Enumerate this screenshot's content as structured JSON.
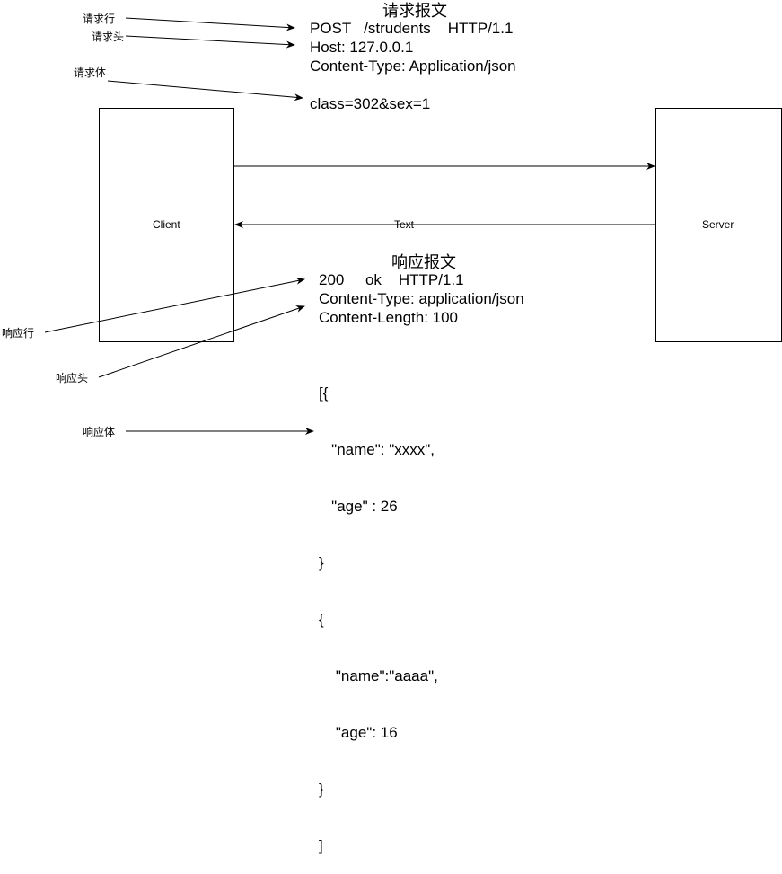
{
  "request": {
    "title": "请求报文",
    "line": "POST   /strudents    HTTP/1.1",
    "host": "Host: 127.0.0.1",
    "content_type": "Content-Type: Application/json",
    "body": "class=302&sex=1"
  },
  "request_labels": {
    "line": "请求行",
    "header": "请求头",
    "body": "请求体"
  },
  "client": {
    "label": "Client"
  },
  "server": {
    "label": "Server"
  },
  "connector": {
    "label": "Text"
  },
  "response": {
    "title": "响应报文",
    "line": "200     ok    HTTP/1.1",
    "content_type": "Content-Type: application/json",
    "content_length": "Content-Length: 100",
    "body_lines": [
      "[{",
      "   \"name\": \"xxxx\",",
      "   \"age\" : 26",
      "}",
      "{",
      "    \"name\":\"aaaa\",",
      "    \"age\": 16",
      "}",
      "]"
    ]
  },
  "response_labels": {
    "line": "响应行",
    "header": "响应头",
    "body": "响应体"
  }
}
